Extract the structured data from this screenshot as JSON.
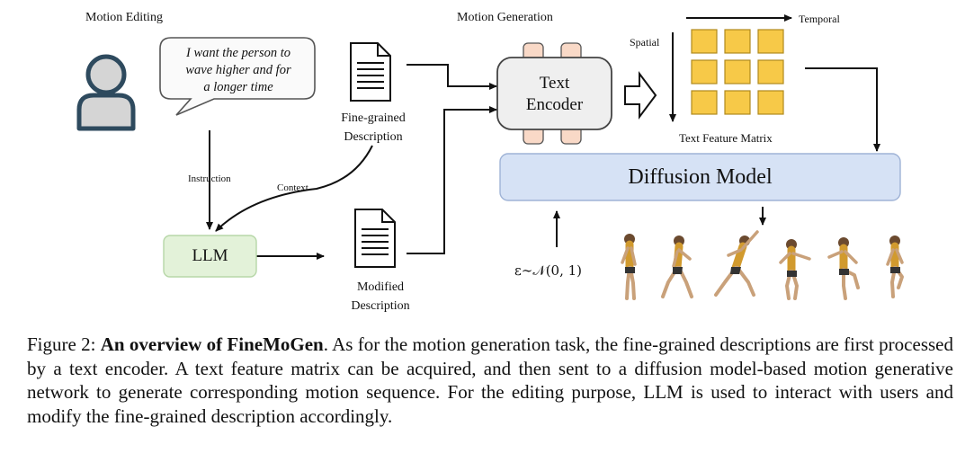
{
  "motion_editing_title": "Motion Editing",
  "motion_generation_title": "Motion Generation",
  "speech": [
    "I want the person to",
    "wave higher and for",
    "a longer time"
  ],
  "fine_grained_label": [
    "Fine-grained",
    "Description"
  ],
  "modified_label": [
    "Modified",
    "Description"
  ],
  "instruction_label": "Instruction",
  "context_label": "Context",
  "llm_label": "LLM",
  "text_encoder_label": [
    "Text",
    "Encoder"
  ],
  "spatial_label": "Spatial",
  "temporal_label": "Temporal",
  "feature_matrix_label": "Text Feature Matrix",
  "diffusion_label": "Diffusion Model",
  "noise_label": "ε∼𝒩(0, 1)",
  "caption": {
    "prefix": "Figure 2: ",
    "bold": "An overview of FineMoGen",
    "body": ". As for the motion generation task, the fine-grained descriptions are first processed by a text encoder. A text feature matrix can be acquired, and then sent to a diffusion model-based motion generative network to generate corresponding motion sequence. For the editing purpose, LLM is used to interact with users and modify the fine-grained description accordingly."
  },
  "colors": {
    "person_fill": "#d5d5d5",
    "person_stroke": "#2e4a5e",
    "llm_fill": "#e3f2d9",
    "diffusion_fill": "#d6e2f5",
    "matrix_cell": "#f7c948",
    "encoder_tab": "#f9d9c7"
  }
}
